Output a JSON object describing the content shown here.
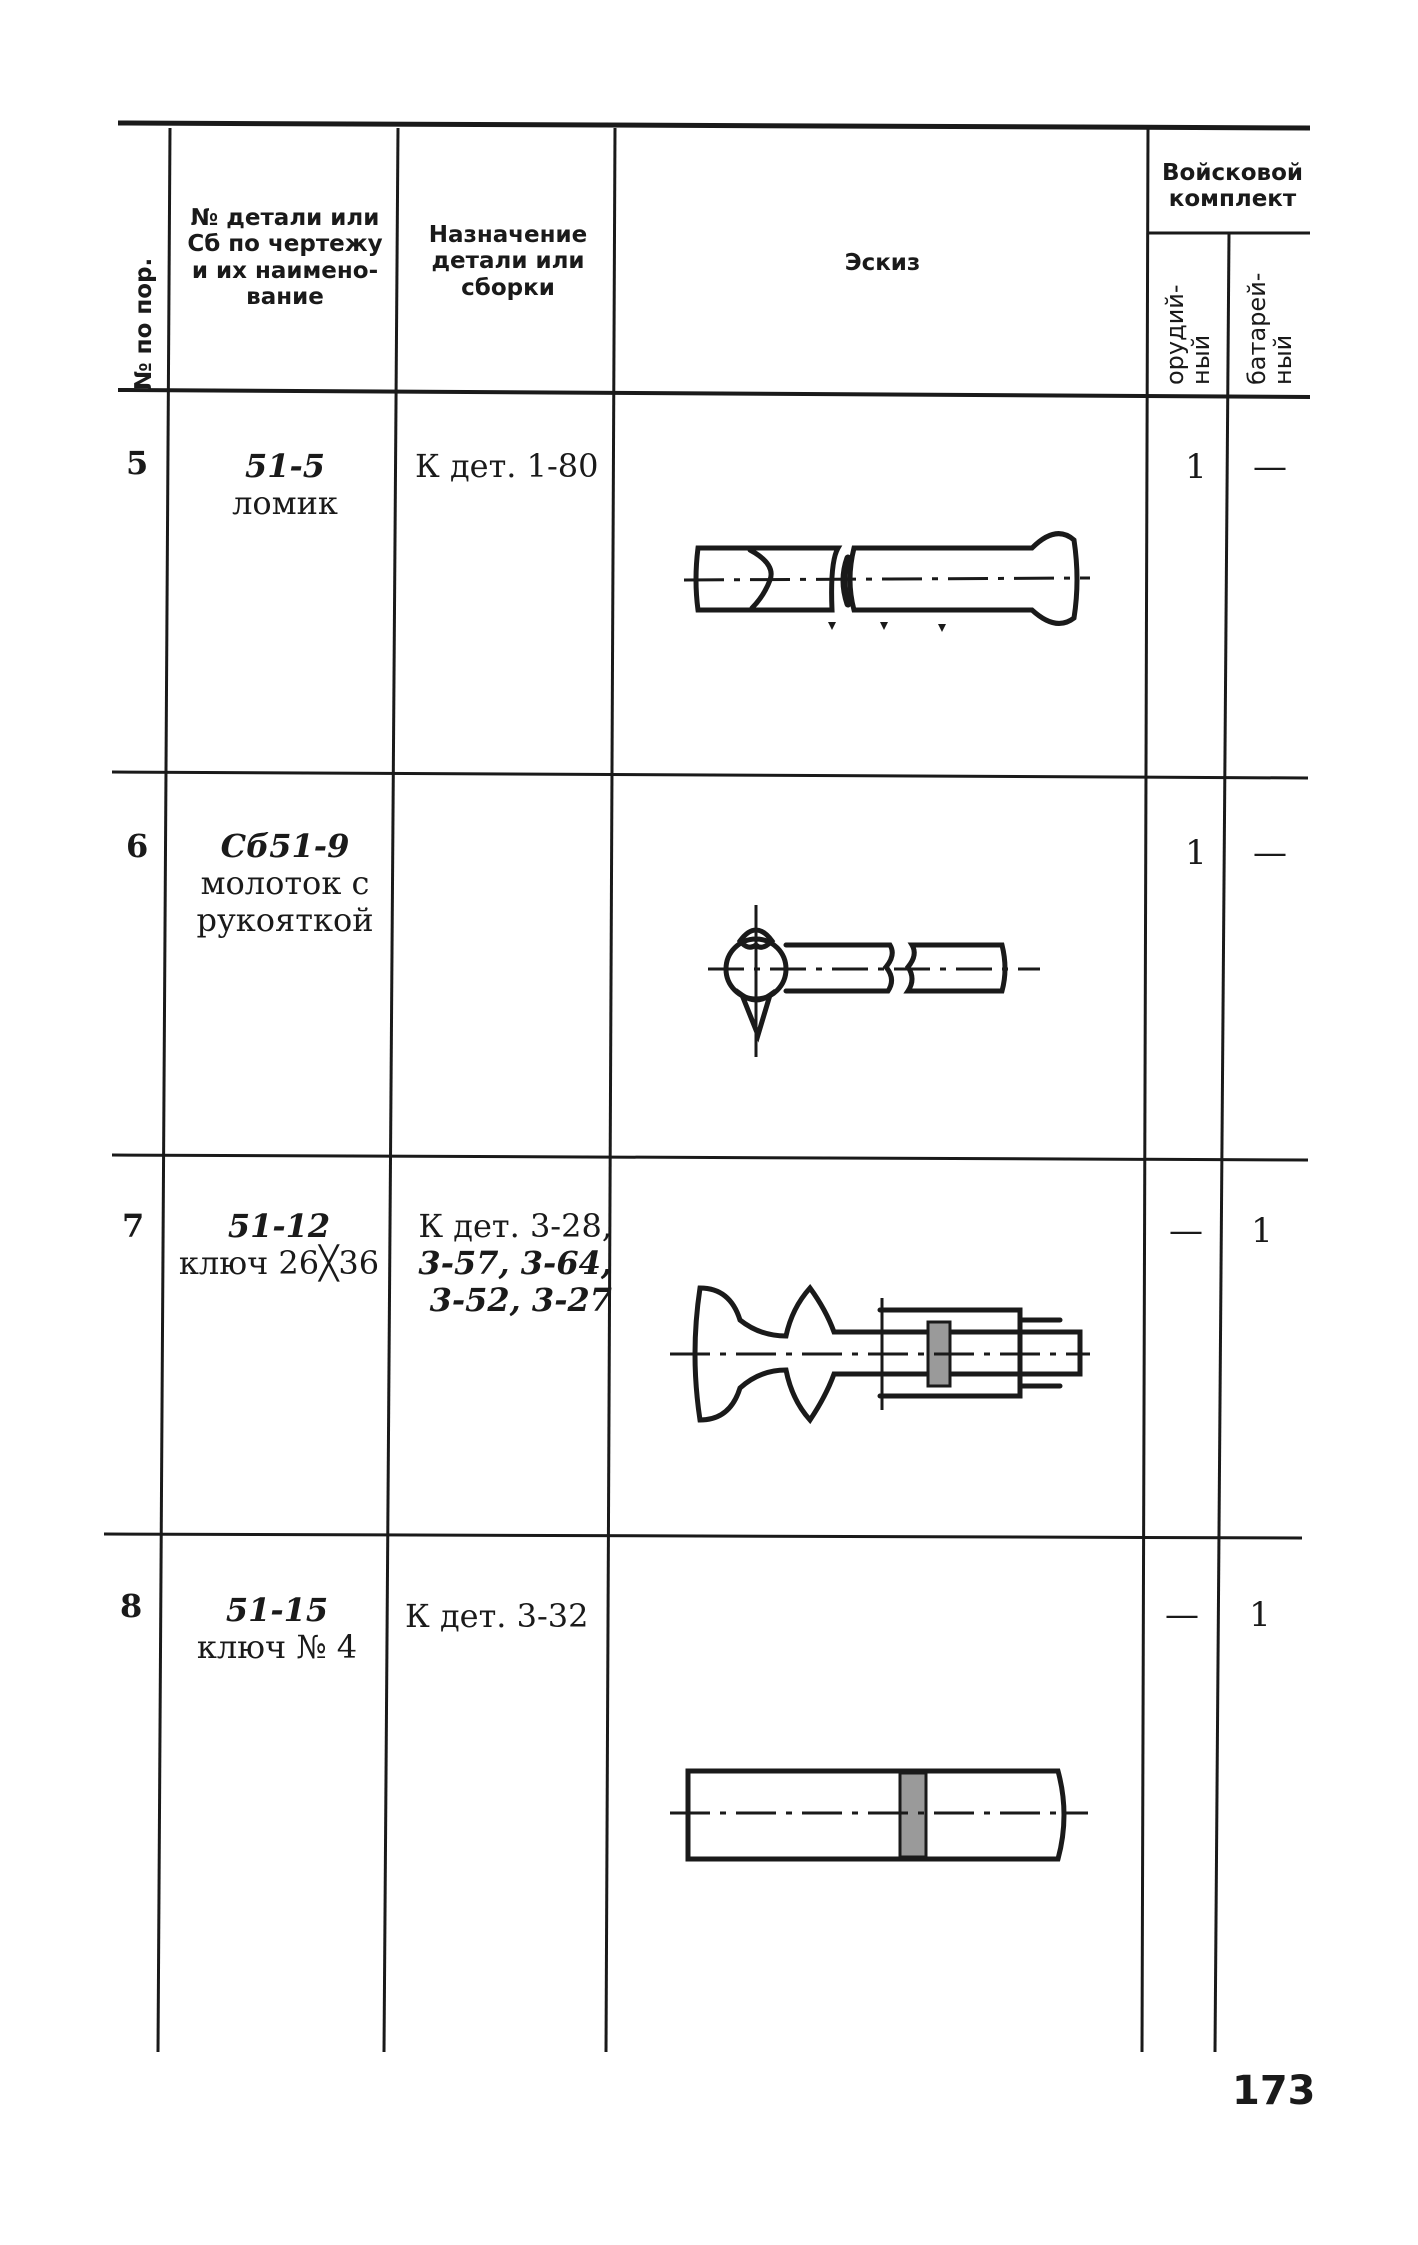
{
  "header": {
    "col_no": "№ по пор.",
    "col_part_lines": [
      "№ детали или",
      "Сб по чертежу",
      "и их наимено-",
      "вание"
    ],
    "col_purpose_lines": [
      "Назначение",
      "детали или",
      "сборки"
    ],
    "col_sketch": "Эскиз",
    "col_kit_lines": [
      "Войсковой",
      "комплект"
    ],
    "col_kit_gun": "орудий-\nный",
    "col_kit_battery": "батарей-\nный"
  },
  "rows": [
    {
      "no": "5",
      "code": "51-5",
      "name_lines": [
        "ломик"
      ],
      "purpose_lines": [
        "К дет. 1-80"
      ],
      "gun": "1",
      "battery": "—",
      "sketch": "crowbar-sketch"
    },
    {
      "no": "6",
      "code": "Сб51-9",
      "name_lines": [
        "молоток с",
        "рукояткой"
      ],
      "purpose_lines": [
        ""
      ],
      "gun": "1",
      "battery": "—",
      "sketch": "hammer-sketch"
    },
    {
      "no": "7",
      "code": "51-12",
      "name_lines": [
        "ключ 26╳36"
      ],
      "purpose_lines": [
        "К дет. 3-28,",
        "3-57, 3-64,",
        "3-52, 3-27"
      ],
      "gun": "—",
      "battery": "1",
      "sketch": "wrench-26x36-sketch"
    },
    {
      "no": "8",
      "code": "51-15",
      "name_lines": [
        "ключ № 4"
      ],
      "purpose_lines": [
        "К дет. 3-32"
      ],
      "gun": "—",
      "battery": "1",
      "sketch": "wrench-no4-sketch"
    }
  ],
  "page_number": "173"
}
